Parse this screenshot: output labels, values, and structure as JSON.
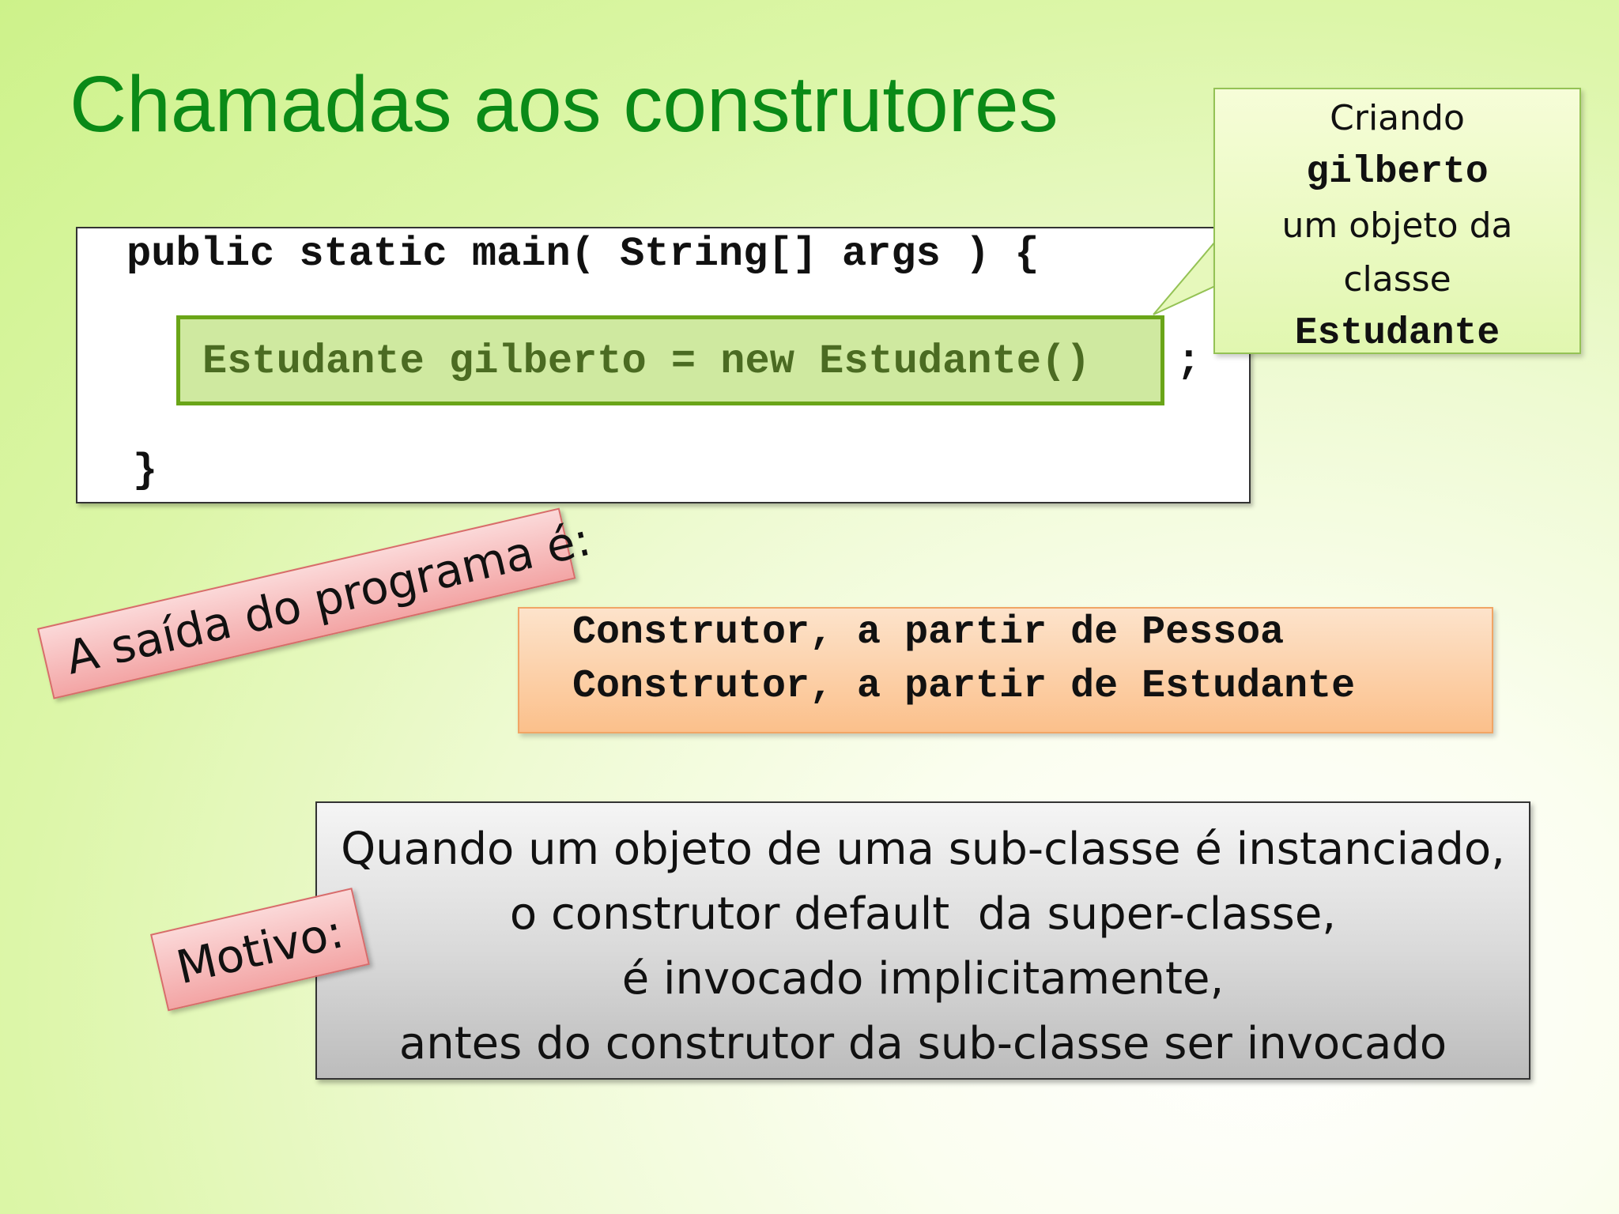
{
  "slide": {
    "title": "Chamadas aos construtores",
    "code": {
      "line1": "public static main( String[] args ) {",
      "line2_highlighted": "Estudante gilberto = new Estudante()",
      "line2_suffix": ";",
      "line3": "}"
    },
    "callout": {
      "line1": "Criando",
      "line2": "gilberto",
      "line3": "um objeto da",
      "line4": "classe",
      "line5": "Estudante"
    },
    "output_label": "A saída do programa é:",
    "output_lines": [
      "Construtor, a partir de Pessoa",
      "Construtor, a partir de Estudante"
    ],
    "reason_label": "Motivo:",
    "reason_lines": [
      "Quando um objeto de uma sub-classe é instanciado,",
      "o construtor default  da super-classe,",
      "é invocado implicitamente,",
      "antes do construtor da sub-classe ser invocado"
    ]
  },
  "colors": {
    "title": "#0a8a17",
    "code_highlight_fill": "#cfe9a0",
    "code_highlight_border": "#6aa518",
    "callout_fill": "#e1f7b0",
    "output_fill": "#fbc08b",
    "label_fill": "#f3a5a5",
    "reason_fill": "#d9d9d9"
  }
}
